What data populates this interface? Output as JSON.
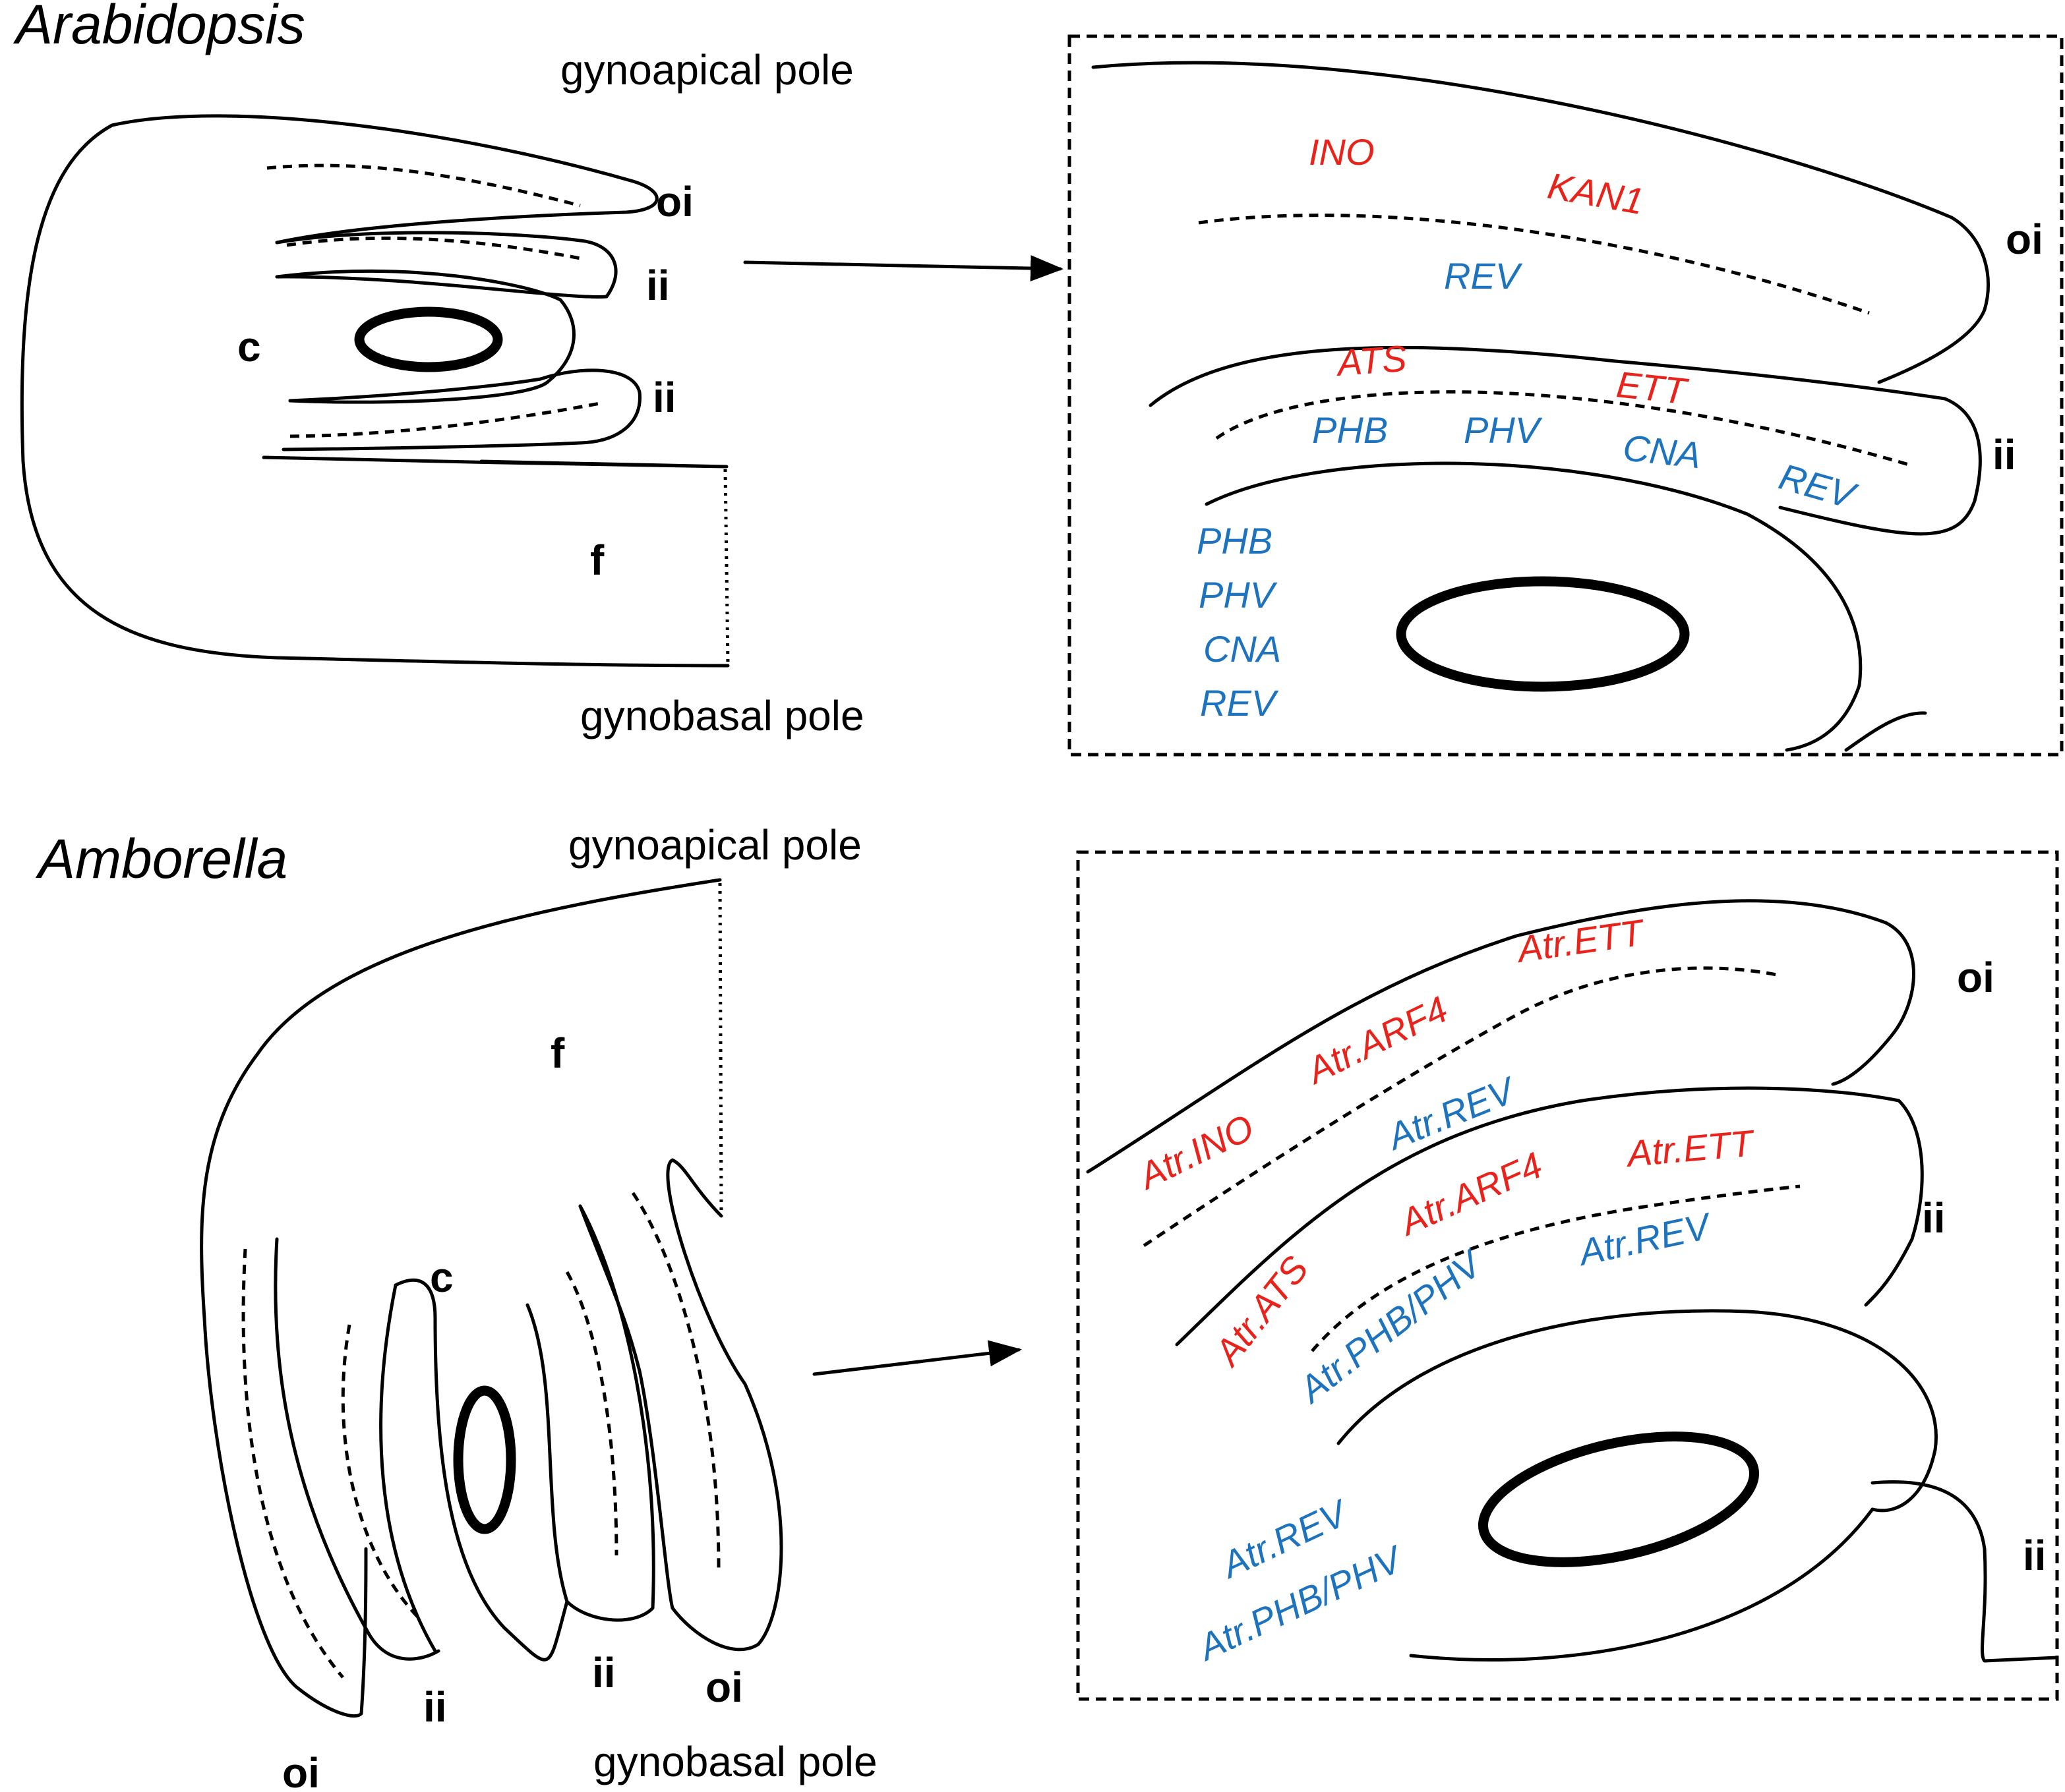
{
  "colors": {
    "abaxial": "#e8231b",
    "adaxial": "#1e73be",
    "ink": "#000000"
  },
  "top": {
    "title": "Arabidopsis",
    "apical_label": "gynoapical pole",
    "basal_label": "gynobasal pole",
    "parts": {
      "oi": "oi",
      "ii_upper": "ii",
      "ii_lower": "ii",
      "c": "c",
      "f": "f"
    },
    "inset": {
      "oi": "oi",
      "ii": "ii",
      "genes": {
        "ino": "INO",
        "kan1": "KAN1",
        "rev_oi": "REV",
        "ats": "ATS",
        "ett": "ETT",
        "phb_ii": "PHB",
        "phv_ii": "PHV",
        "cna_ii": "CNA",
        "rev_ii": "REV",
        "phb_c": "PHB",
        "phv_c": "PHV",
        "cna_c": "CNA",
        "rev_c": "REV"
      }
    }
  },
  "bottom": {
    "title": "Amborella",
    "apical_label": "gynoapical pole",
    "basal_label": "gynobasal pole",
    "parts": {
      "f": "f",
      "c": "c",
      "oi_left": "oi",
      "ii_left": "ii",
      "ii_right": "ii",
      "oi_right": "oi"
    },
    "inset": {
      "oi": "oi",
      "ii": "ii",
      "ii_small": "ii",
      "genes": {
        "ino": "Atr.INO",
        "arf4_oi": "Atr.ARF4",
        "ett_oi": "Atr.ETT",
        "rev_oi": "Atr.REV",
        "ats": "Atr.ATS",
        "arf4_ii": "Atr.ARF4",
        "ett_ii": "Atr.ETT",
        "phbphv_ii": "Atr.PHB/PHV",
        "rev_ii": "Atr.REV",
        "rev_c": "Atr.REV",
        "phbphv_c": "Atr.PHB/PHV"
      }
    }
  }
}
